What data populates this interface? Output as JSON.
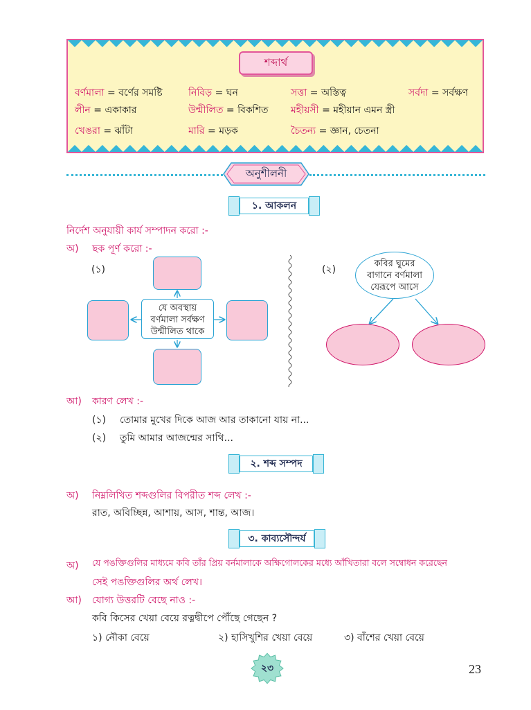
{
  "glossary": {
    "title": "শব্দার্থ",
    "entries": [
      {
        "word": "বর্ণমালা",
        "meaning": "বর্ণের সমষ্টি"
      },
      {
        "word": "নিবিড়",
        "meaning": "ঘন"
      },
      {
        "word": "সত্তা",
        "meaning": "অস্তিত্ব"
      },
      {
        "word": "সর্বদা",
        "meaning": "সর্বক্ষণ"
      },
      {
        "word": "লীন",
        "meaning": "একাকার"
      },
      {
        "word": "উন্মীলিত",
        "meaning": "বিকশিত"
      },
      {
        "word": "মহীয়সী",
        "meaning": "মহীয়ান এমন স্ত্রী"
      },
      {
        "word": "খেঙরা",
        "meaning": "ঝাঁটা"
      },
      {
        "word": "মারি",
        "meaning": "মড়ক"
      },
      {
        "word": "চৈতন্য",
        "meaning": "জ্ঞান, চেতনা"
      }
    ]
  },
  "practice_title": "অনুশীলনী",
  "sections": {
    "s1": "১. আকলন",
    "s2": "২. শব্দ সম্পদ",
    "s3": "৩. কাব্যসৌন্দর্য"
  },
  "instruction": "নির্দেশ অনুযায়ী কার্য সম্পাদন করো :-",
  "q1a": {
    "marker": "অ)",
    "text": "ছক পূর্ণ করো :-"
  },
  "chart1": {
    "num": "(১)",
    "center": [
      "যে অবস্থায়",
      "বর্ণমালা সর্বক্ষণ",
      "উন্মীলিত থাকে"
    ]
  },
  "chart2": {
    "num": "(২)",
    "center": [
      "কবির ঘুমের",
      "বাগানে বর্ণমালা",
      "যেরূপে আসে"
    ]
  },
  "q1b": {
    "marker": "আ)",
    "text": "কারণ লেখ :-",
    "items": [
      {
        "n": "(১)",
        "t": "তোমার মুখের দিকে আজ আর তাকানো যায় না..."
      },
      {
        "n": "(২)",
        "t": "তুমি আমার আজন্মের সাথি..."
      }
    ]
  },
  "q2a": {
    "marker": "অ)",
    "text": "নিম্নলিখিত শব্দগুলির বিপরীত শব্দ লেখ :-",
    "words": "রাত, অবিচ্ছিন্ন, আশায়, আস, শান্ত, আজ।"
  },
  "q3a": {
    "marker": "অ)",
    "line1": "যে পঙক্তিগুলির মাধ্যমে কবি তাঁর প্রিয় বর্নমালাকে অক্ষিগোলকের মধ্যে আঁখিতারা বলে সম্বোধন করেছেন",
    "line2": "সেই পঙক্তিগুলির অর্থ লেখ।"
  },
  "q3b": {
    "marker": "আ)",
    "text": "যোগ্য উত্তরটি বেছে নাও :-",
    "question": "কবি কিসের খেয়া বেয়ে রত্নদ্বীপে পৌঁছে গেছেন ?",
    "options": [
      "১) নৌকা বেয়ে",
      "২) হাসিখুশির খেয়া বেয়ে",
      "৩) বাঁশের খেয়া বেয়ে"
    ]
  },
  "footer": {
    "bengali_page": "২৩",
    "page_number": "23"
  },
  "colors": {
    "pink": "#d0176a",
    "cyan": "#2aa3d4",
    "gloss_bg": "#fdf6c2"
  }
}
